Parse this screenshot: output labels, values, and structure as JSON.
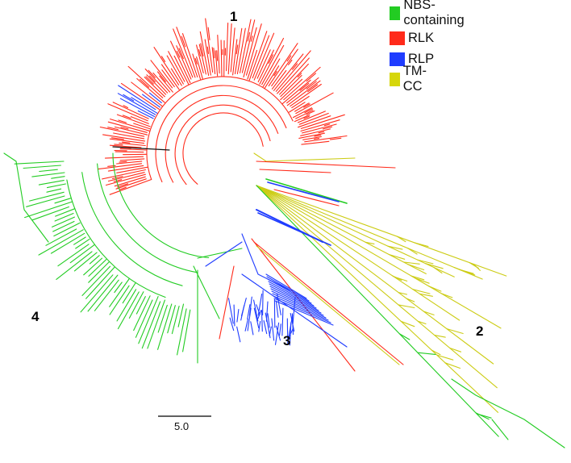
{
  "figure": {
    "clade_labels": [
      "1",
      "2",
      "3",
      "4"
    ],
    "scale_bar": "5.0"
  },
  "legend": {
    "items": [
      {
        "label": "NBS-containing",
        "color": "#22cc22"
      },
      {
        "label": "RLK",
        "color": "#ff2a1a"
      },
      {
        "label": "RLP",
        "color": "#1f3cff"
      },
      {
        "label": "TM-CC",
        "color": "#d6d60a"
      }
    ]
  },
  "colors": {
    "nbs": "#22cc22",
    "rlk": "#ff2a1a",
    "rlp": "#1f3cff",
    "tmcc": "#cccc14"
  }
}
